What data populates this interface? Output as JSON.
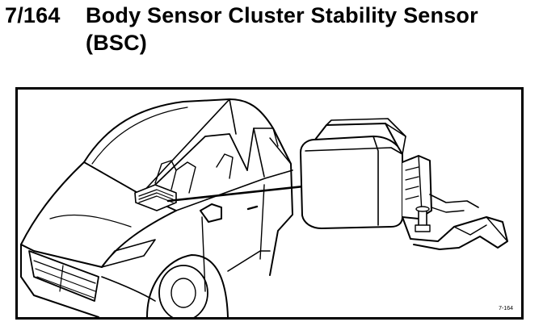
{
  "section": {
    "number": "7/164",
    "title": "Body Sensor Cluster Stability Sensor (BSC)"
  },
  "figure": {
    "reference": "7-164",
    "icons": [
      "car-illustration",
      "sensor-module-illustration",
      "leader-line"
    ]
  }
}
